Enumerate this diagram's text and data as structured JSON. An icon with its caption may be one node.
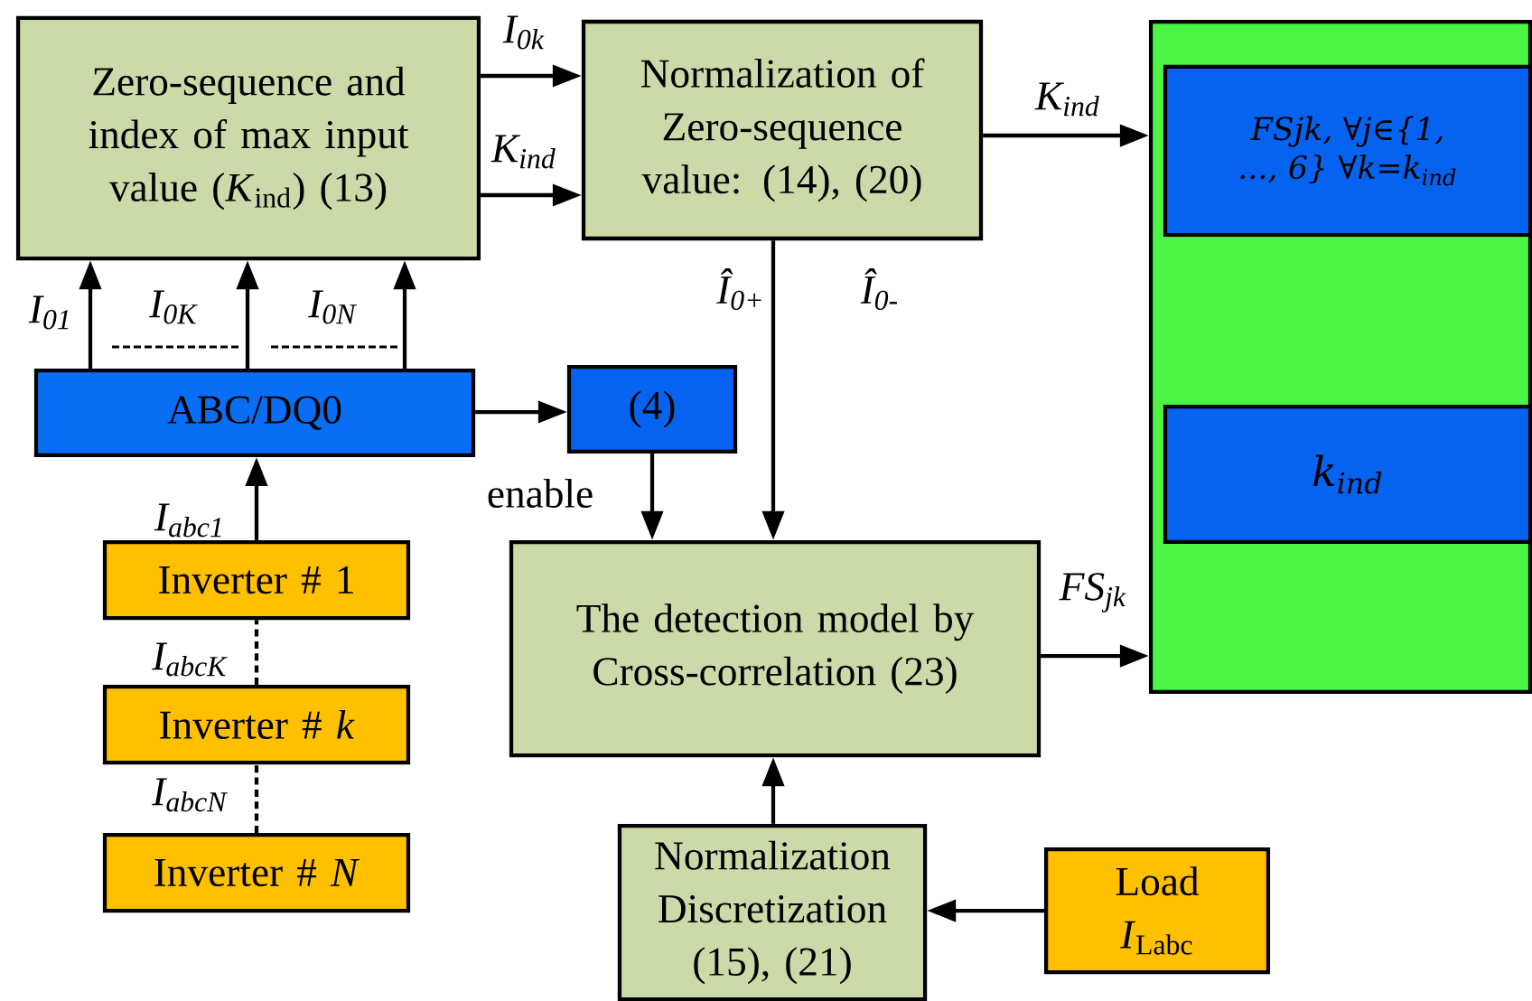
{
  "diagram": {
    "nodes": [
      {
        "text": [
          "Zero-sequence and index of max input value (*K*$_{ind}$) (13)"
        ]
      },
      {
        "text": [
          "Normalization of Zero-sequence value: (14), (20)"
        ]
      },
      {
        "text": [],
        "shape": "box"
      },
      {
        "text": [
          "FSjk, ∀j∈{1, ..., 6} ∀k=k$_{ind}$"
        ],
        "in": 2
      },
      {
        "text": [
          "k$_{ind}$"
        ],
        "in": 2
      },
      {
        "text": [
          "ABC/DQ0"
        ]
      },
      {
        "text": [
          "(4)"
        ]
      },
      {
        "text": [
          "The detection model by Cross-correlation (23)"
        ]
      },
      {
        "text": [
          "Inverter # 1"
        ]
      },
      {
        "text": [
          "Inverter # *k*"
        ]
      },
      {
        "text": [
          "Inverter # *N*"
        ]
      },
      {
        "text": [
          "Normalization Discretization (15), (21)"
        ]
      },
      {
        "text": [
          "Load",
          "*I*$_{Labc}$"
        ]
      }
    ],
    "edges": [
      {
        "from": 0,
        "to": 1,
        "arrow": "to",
        "label": "I$_{0k}$"
      },
      {
        "from": 0,
        "to": 1,
        "arrow": "to",
        "label": "K$_{ind}$"
      },
      {
        "from": 1,
        "to": 2,
        "arrow": "to",
        "label": "K$_{ind}$"
      },
      {
        "from": 5,
        "to": 0,
        "arrow": "to",
        "label": "I$_{01}$"
      },
      {
        "from": 5,
        "to": 0,
        "arrow": "to",
        "label": "I$_{0K}$"
      },
      {
        "from": 5,
        "to": 0,
        "arrow": "to",
        "label": "I$_{0N}$"
      },
      {
        "from": 5,
        "to": 6,
        "arrow": "to"
      },
      {
        "from": 6,
        "to": 7,
        "arrow": "to",
        "label": "enable"
      },
      {
        "from": 1,
        "to": 7,
        "arrow": "to",
        "label": "Î$_{0+}$"
      },
      {
        "from": 8,
        "to": 5,
        "arrow": "to",
        "label": "I$_{abc1}$"
      },
      {
        "from": 9,
        "to": 8,
        "arrow": "none",
        "style": "dashed",
        "label": "I$_{abcK}$"
      },
      {
        "from": 10,
        "to": 9,
        "arrow": "none",
        "style": "dashed",
        "label": "I$_{abcN}$"
      },
      {
        "from": 7,
        "to": 2,
        "arrow": "to",
        "label": "FS$_{jk}$"
      },
      {
        "from": 11,
        "to": 7,
        "arrow": "to"
      },
      {
        "from": 12,
        "to": 11,
        "arrow": "to"
      }
    ],
    "labels": [
      "Î$_{0-}$"
    ]
  }
}
